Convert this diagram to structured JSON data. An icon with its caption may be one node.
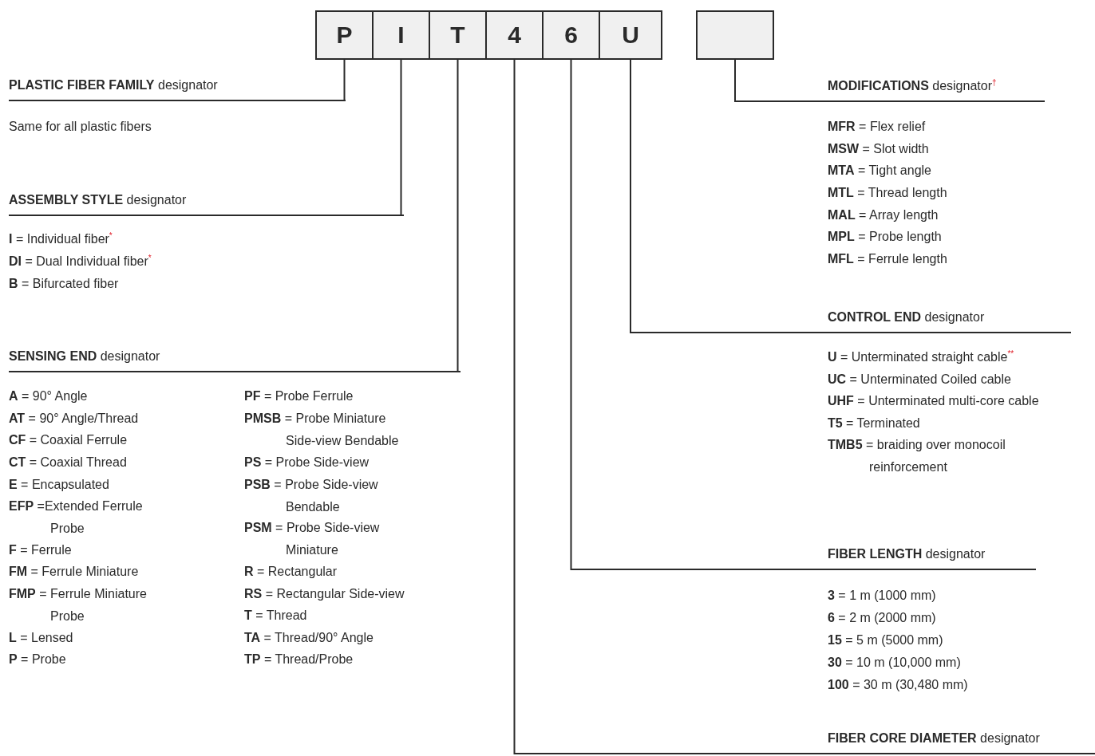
{
  "diagram": {
    "nodes": [
      {
        "text": [
          "P"
        ]
      },
      {
        "text": [
          "I"
        ]
      },
      {
        "text": [
          "T"
        ]
      },
      {
        "text": [
          "4"
        ]
      },
      {
        "text": [
          "6"
        ]
      },
      {
        "text": [
          "U"
        ]
      },
      {
        "text": [],
        "shape": "box"
      },
      {
        "text": [
          "**PLASTIC FIBER FAMILY** designator"
        ]
      },
      {
        "text": [
          "**ASSEMBLY STYLE** designator"
        ]
      },
      {
        "text": [
          "**SENSING END** designator"
        ]
      },
      {
        "text": [
          "**MODIFICATIONS** designator$^{†}$"
        ]
      },
      {
        "text": [
          "**CONTROL END** designator"
        ]
      },
      {
        "text": [
          "**FIBER LENGTH** designator"
        ]
      },
      {
        "text": [
          "**FIBER CORE DIAMETER** designator"
        ]
      }
    ],
    "edges": [
      {
        "from": 0,
        "to": 7,
        "arrow": "none"
      },
      {
        "from": 1,
        "to": 8,
        "arrow": "none"
      },
      {
        "from": 2,
        "to": 9,
        "arrow": "none"
      },
      {
        "from": 3,
        "to": 13,
        "arrow": "none"
      },
      {
        "from": 4,
        "to": 12,
        "arrow": "none"
      },
      {
        "from": 5,
        "to": 11,
        "arrow": "none"
      },
      {
        "from": 6,
        "to": 10,
        "arrow": "none"
      }
    ],
    "labels": [
      "Same for all plastic fibers",
      "**I** = Individual fiber$^{*}$",
      "**DI** = Dual Individual fiber$^{*}$",
      "**B** = Bifurcated fiber",
      "**A** = 90° Angle",
      "**AT** = 90° Angle/Thread",
      "**CF** = Coaxial Ferrule",
      "**CT** = Coaxial Thread",
      "**E** = Encapsulated",
      "**EFP** =Extended Ferrule Probe",
      "**F** = Ferrule",
      "**FM** = Ferrule Miniature",
      "**FMP** = Ferrule Miniature Probe",
      "**L** = Lensed",
      "**P** = Probe",
      "**PF** = Probe Ferrule",
      "**PMSB** = Probe Miniature Side-view Bendable",
      "**PS** = Probe Side-view",
      "**PSB** = Probe Side-view Bendable",
      "**PSM** = Probe Side-view Miniature",
      "**R** = Rectangular",
      "**RS** = Rectangular Side-view",
      "**T** = Thread",
      "**TA** = Thread/90° Angle",
      "**TP** = Thread/Probe",
      "**MFR** = Flex relief",
      "**MSW** = Slot width",
      "**MTA** = Tight angle",
      "**MTL** = Thread length",
      "**MAL** = Array length",
      "**MPL** = Probe length",
      "**MFL** = Ferrule length",
      "**U** = Unterminated straight cable$^{**}$",
      "**UC** = Unterminated Coiled cable",
      "**UHF** = Unterminated multi-core cable",
      "**T5** = Terminated",
      "**TMB5** = braiding over monocoil reinforcement",
      "**3** = 1 m (1000 mm)",
      "**6** = 2 m (2000 mm)",
      "**15** = 5 m (5000 mm)",
      "**30** = 10 m (10,000 mm)",
      "**100** = 30 m (30,480 mm)"
    ]
  }
}
